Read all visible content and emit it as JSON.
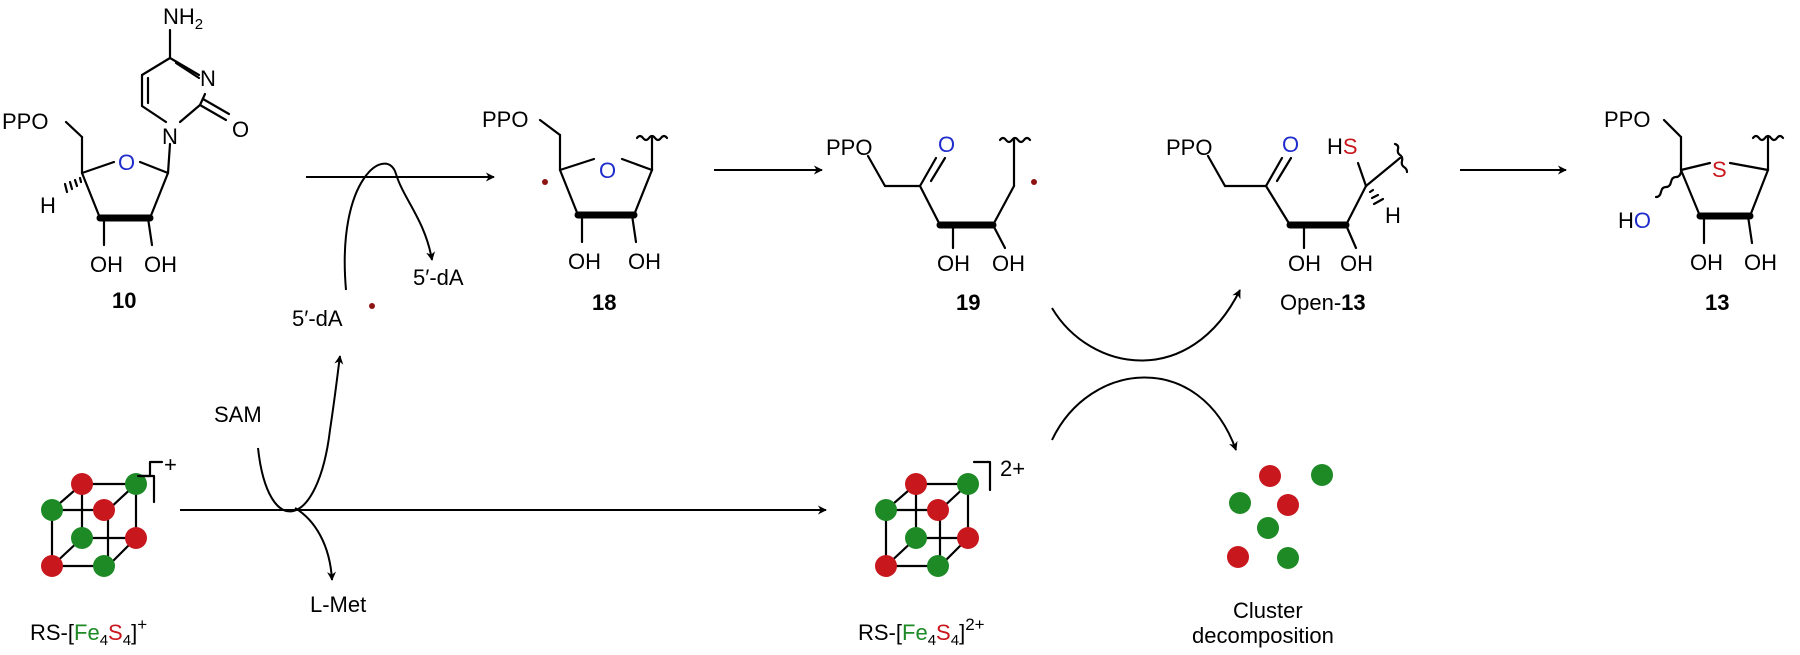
{
  "colors": {
    "fe": "#1e8a26",
    "s": "#c8181e",
    "oxygen": "#1f2ccc",
    "radical": "#8e1414"
  },
  "atoms": {
    "O": "O",
    "N": "N",
    "S": "S",
    "H": "H",
    "HS": "HS",
    "HO": "HO",
    "NH2": "NH2",
    "OH": "OH",
    "PPO": "PPO"
  },
  "compounds": {
    "c10": {
      "id": "10"
    },
    "c18": {
      "id": "18"
    },
    "c19": {
      "id": "19"
    },
    "open13": {
      "prefix": "Open-",
      "id": "13"
    },
    "c13": {
      "id": "13"
    }
  },
  "reagents": {
    "dA_radical": "5′-dA",
    "dA": "5′-dA",
    "sam": "SAM",
    "lmet": "L-Met"
  },
  "clusters": {
    "reduced": {
      "prefix": "RS-[",
      "fe": "Fe",
      "fe_sub": "4",
      "s": "S",
      "s_sub": "4",
      "suffix": "]",
      "charge": "+"
    },
    "oxidized": {
      "prefix": "RS-[",
      "fe": "Fe",
      "fe_sub": "4",
      "s": "S",
      "s_sub": "4",
      "suffix": "]",
      "charge": "2+"
    }
  },
  "decomposition": {
    "line1": "Cluster",
    "line2": "decomposition"
  }
}
